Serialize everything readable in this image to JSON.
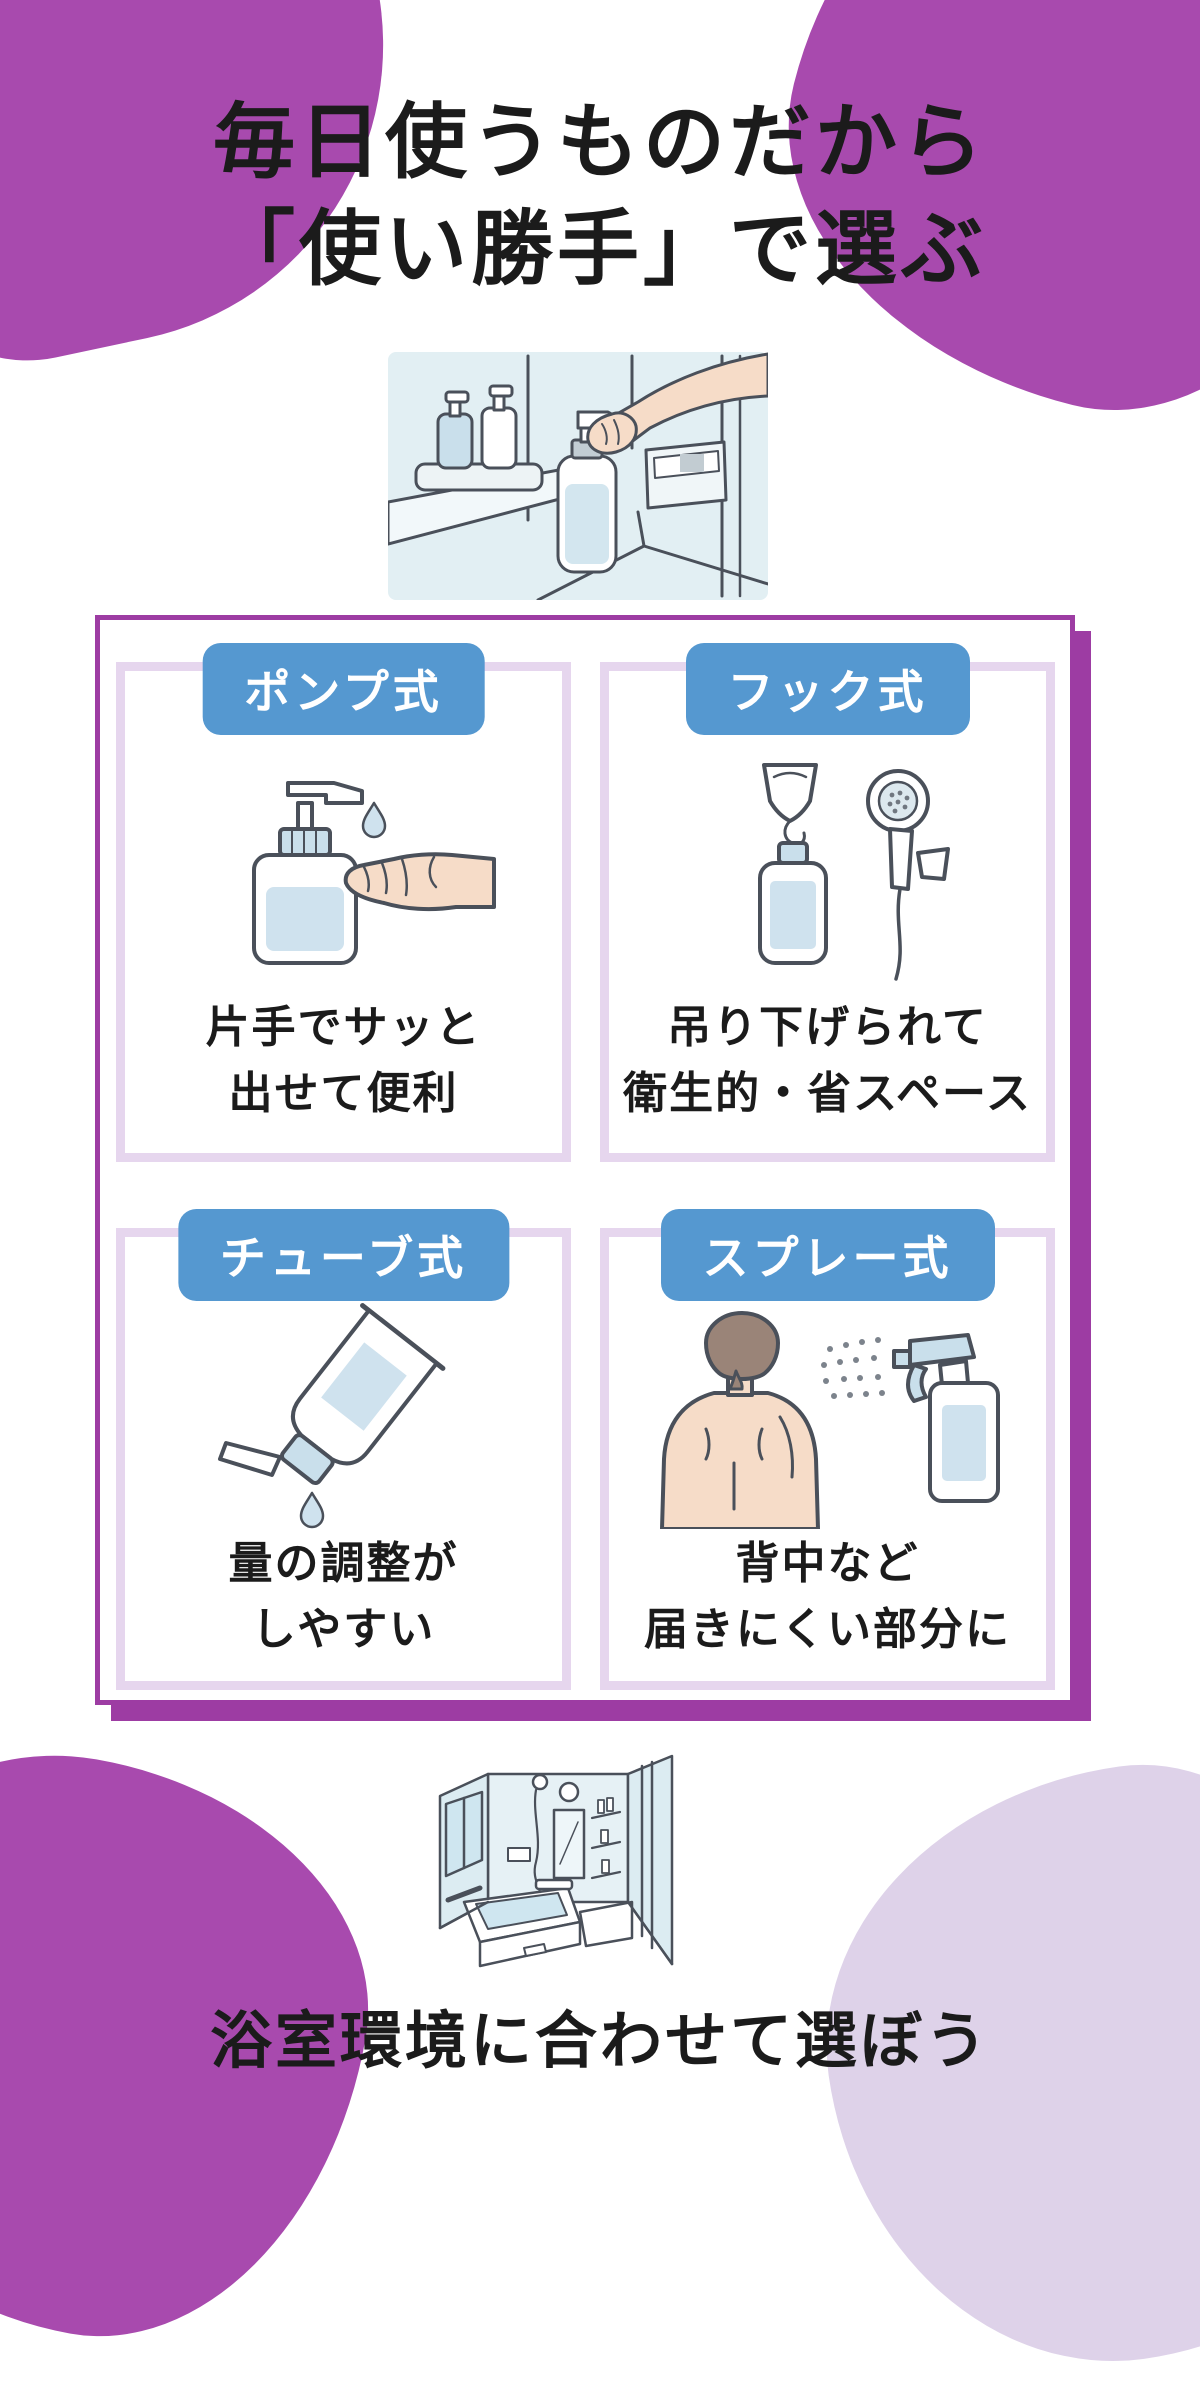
{
  "page_title": {
    "line1": "毎日使うものだから",
    "line2": "「使い勝手」で選ぶ"
  },
  "intro_illustration": {
    "icon": "bathroom-shelf-hand-pressing-pump-bottle"
  },
  "card": {
    "quadrants": [
      {
        "badge": "ポンプ式",
        "icon": "pump-bottle-dispensing-into-hand",
        "caption_lines": [
          "片手でサッと",
          "出せて便利"
        ]
      },
      {
        "badge": "フック式",
        "icon": "bottle-hanging-on-hook-beside-shower",
        "caption_lines": [
          "吊り下げられて",
          "衛生的・省スペース"
        ]
      },
      {
        "badge": "チューブ式",
        "icon": "squeeze-tube-open-cap-with-drop",
        "caption_lines": [
          "量の調整が",
          "しやすい"
        ]
      },
      {
        "badge": "スプレー式",
        "icon": "spray-bottle-misting-bare-back",
        "caption_lines": [
          "背中など",
          "届きにくい部分に"
        ]
      }
    ]
  },
  "outro_illustration": {
    "icon": "bathroom-overview-with-tub-and-shower"
  },
  "footer": {
    "text": "浴室環境に合わせて選ぼう"
  },
  "colors": {
    "blob_purple": "#a84aae",
    "blob_lavender": "#ded2e9",
    "card_border": "#9d3ca3",
    "panel_border": "#e6d6ee",
    "badge_blue": "#5598d0",
    "badge_text": "#ffffff",
    "heading_text": "#1b1b1b",
    "illustration_line": "#4a505a",
    "illustration_bg": "#e2eff3",
    "illustration_fill": "#cfe2ee",
    "skin": "#f6dcc8",
    "hair": "#9a8478"
  }
}
